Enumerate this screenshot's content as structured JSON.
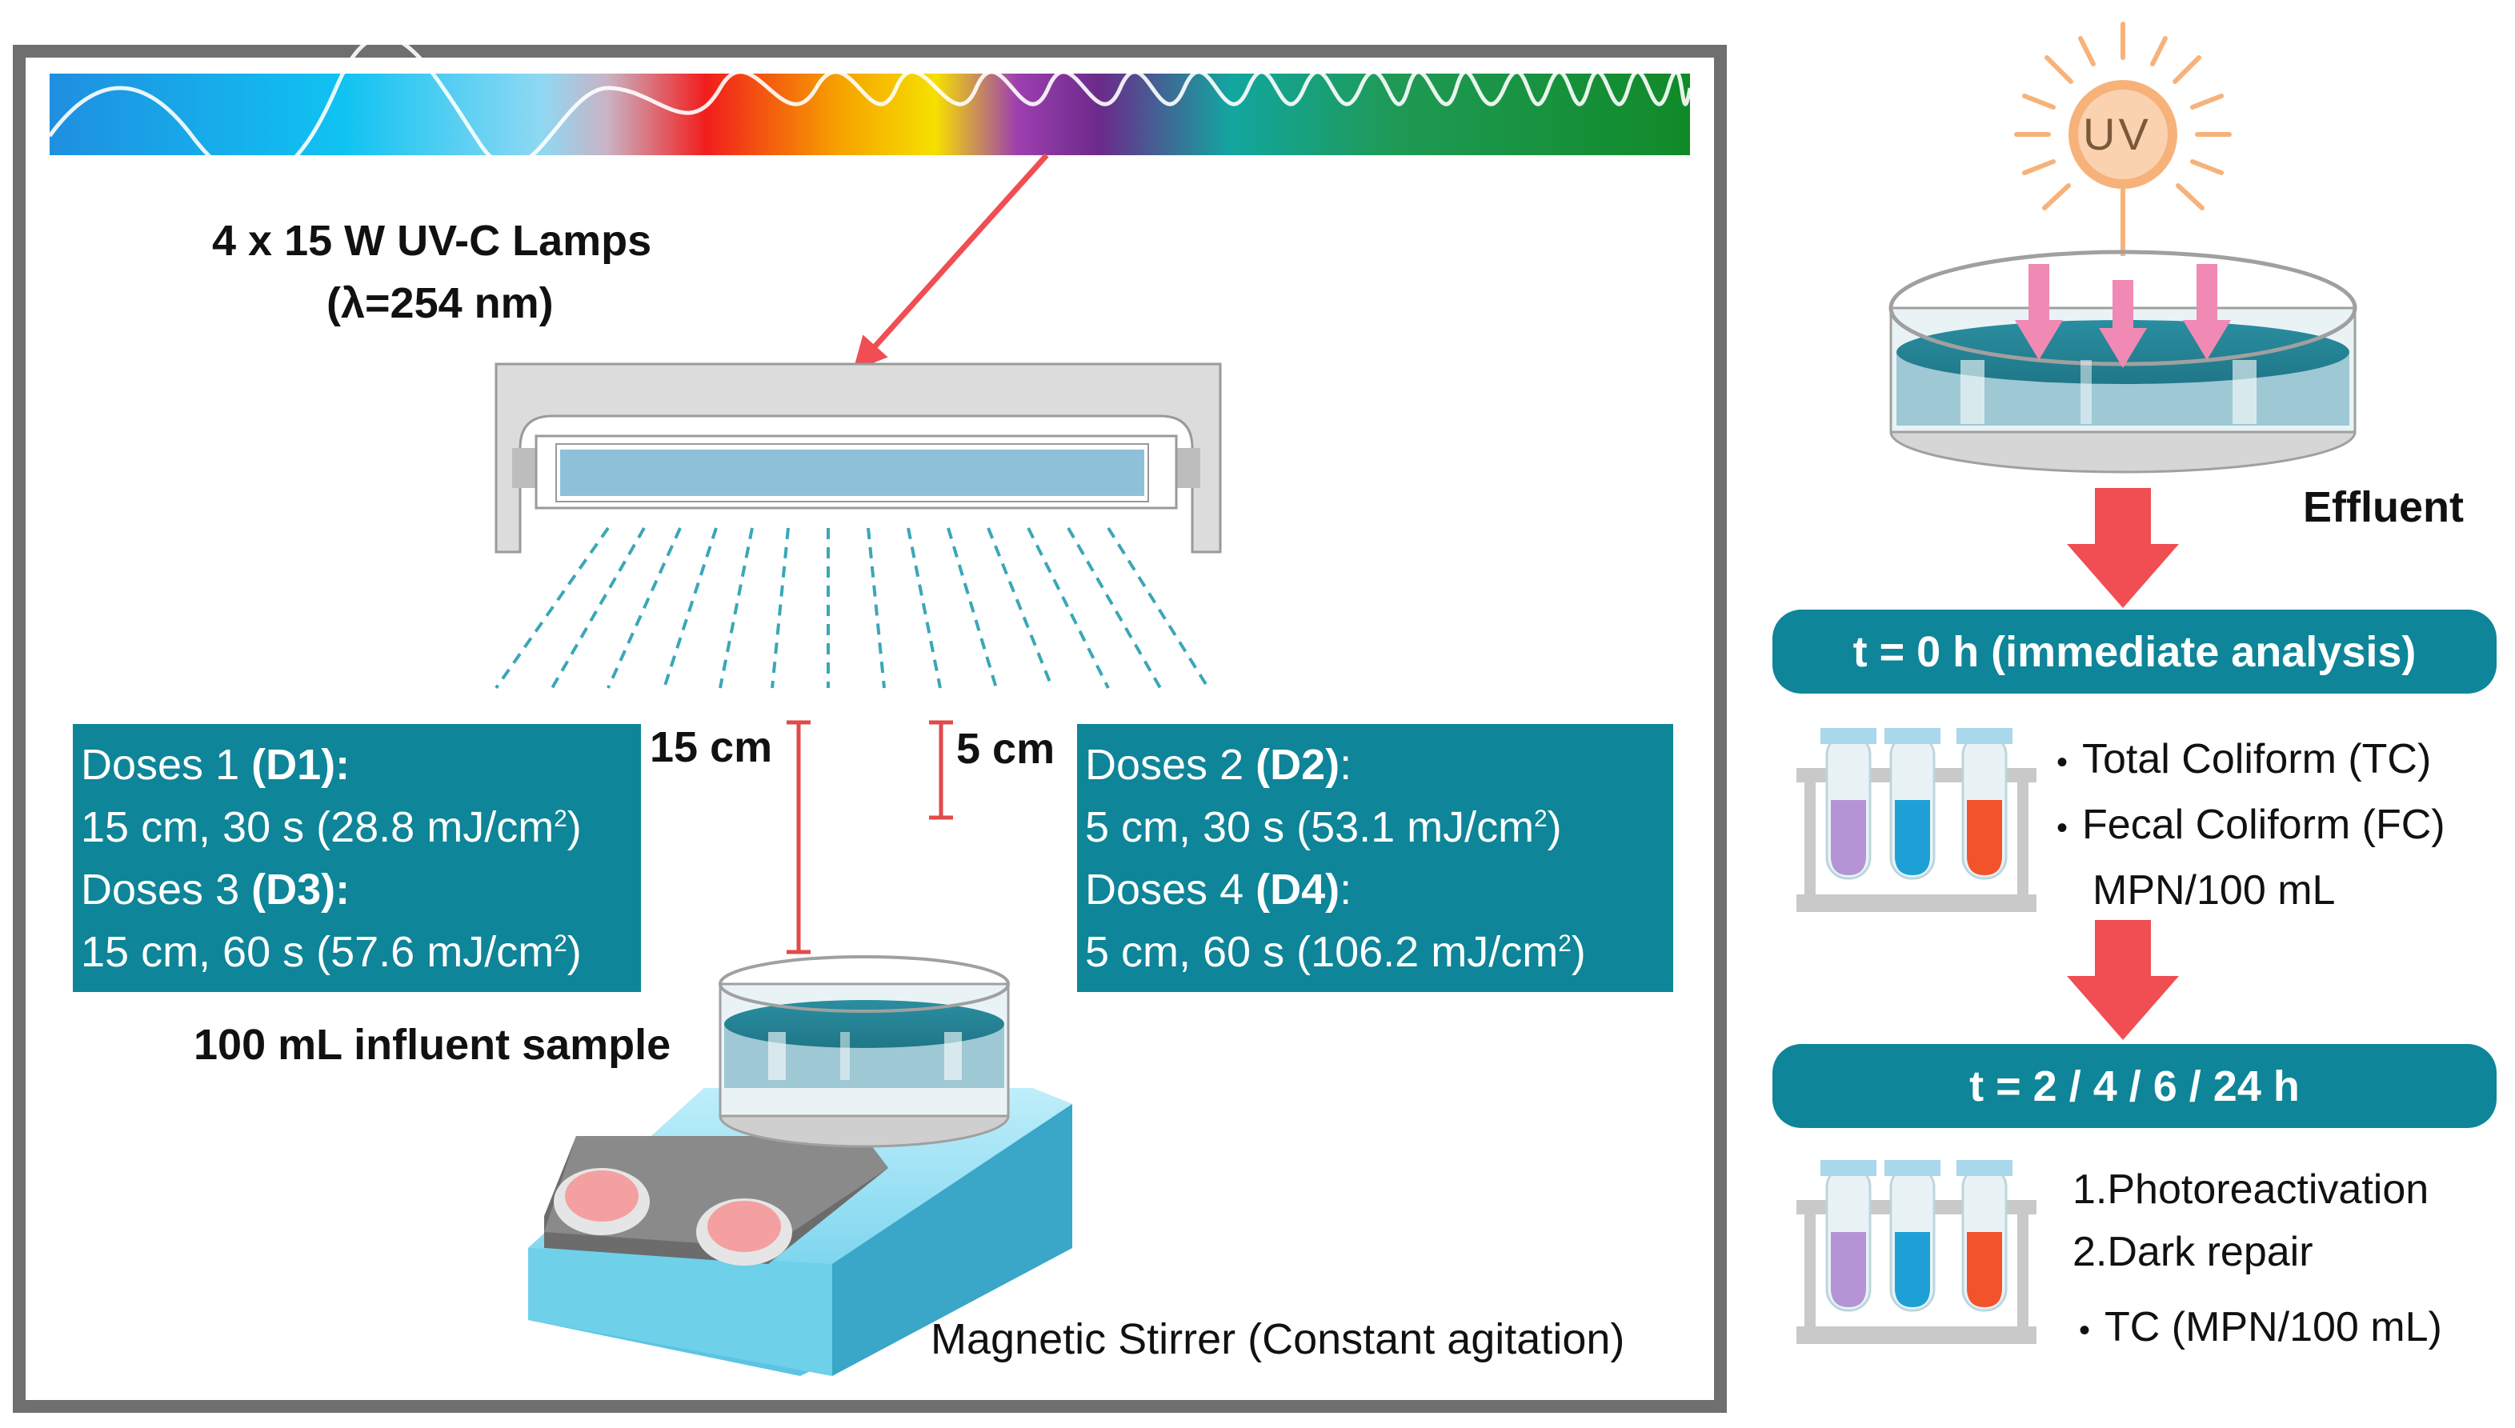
{
  "lamp_label": {
    "line1": "4 x 15 W UV-C Lamps",
    "line2": "(λ=254 nm)"
  },
  "distance_15": "15 cm",
  "distance_5": "5 cm",
  "doses_left": {
    "d1_prefix": "Doses 1 ",
    "d1_code": "(D1):",
    "d1_detail_pre": "15 cm, 30 s (28.8 mJ/cm",
    "d1_sup": "2",
    "d1_detail_post": ")",
    "d3_prefix": "Doses 3 ",
    "d3_code": "(D3):",
    "d3_detail_pre": "15 cm, 60 s (57.6 mJ/cm",
    "d3_sup": "2",
    "d3_detail_post": ")"
  },
  "doses_right": {
    "d2_prefix": "Doses 2 ",
    "d2_code": "(D2)",
    "d2_detail_pre": "5 cm, 30 s (53.1 mJ/cm",
    "d2_sup": "2",
    "d2_detail_post": ")",
    "d4_prefix": "Doses 4 ",
    "d4_code": "(D4)",
    "d4_detail_pre": "5 cm, 60 s (106.2 mJ/cm",
    "d4_sup": "2",
    "d4_detail_post": ")"
  },
  "colon": ":",
  "sample_label": "100 mL influent sample",
  "stirrer_label": "Magnetic Stirrer (Constant agitation)",
  "uv_sun_label": "UV",
  "effluent_label": "Effluent",
  "step1": {
    "title": "t = 0 h (immediate analysis)",
    "items": [
      "Total Coliform (TC)",
      "Fecal Coliform (FC)"
    ],
    "unit": "MPN/100 mL"
  },
  "step2": {
    "title": "t = 2 / 4 / 6 / 24 h",
    "items": [
      "1.Photoreactivation",
      "2.Dark repair"
    ],
    "bullet": "TC (MPN/100 mL)"
  },
  "colors": {
    "teal": "#0e8598",
    "arrow_red": "#f04e52",
    "frame": "#6f6f6f",
    "lamp_blue": "#8ec1d9",
    "sun_orange": "#f7b27a"
  },
  "bullet_glyph": "•"
}
